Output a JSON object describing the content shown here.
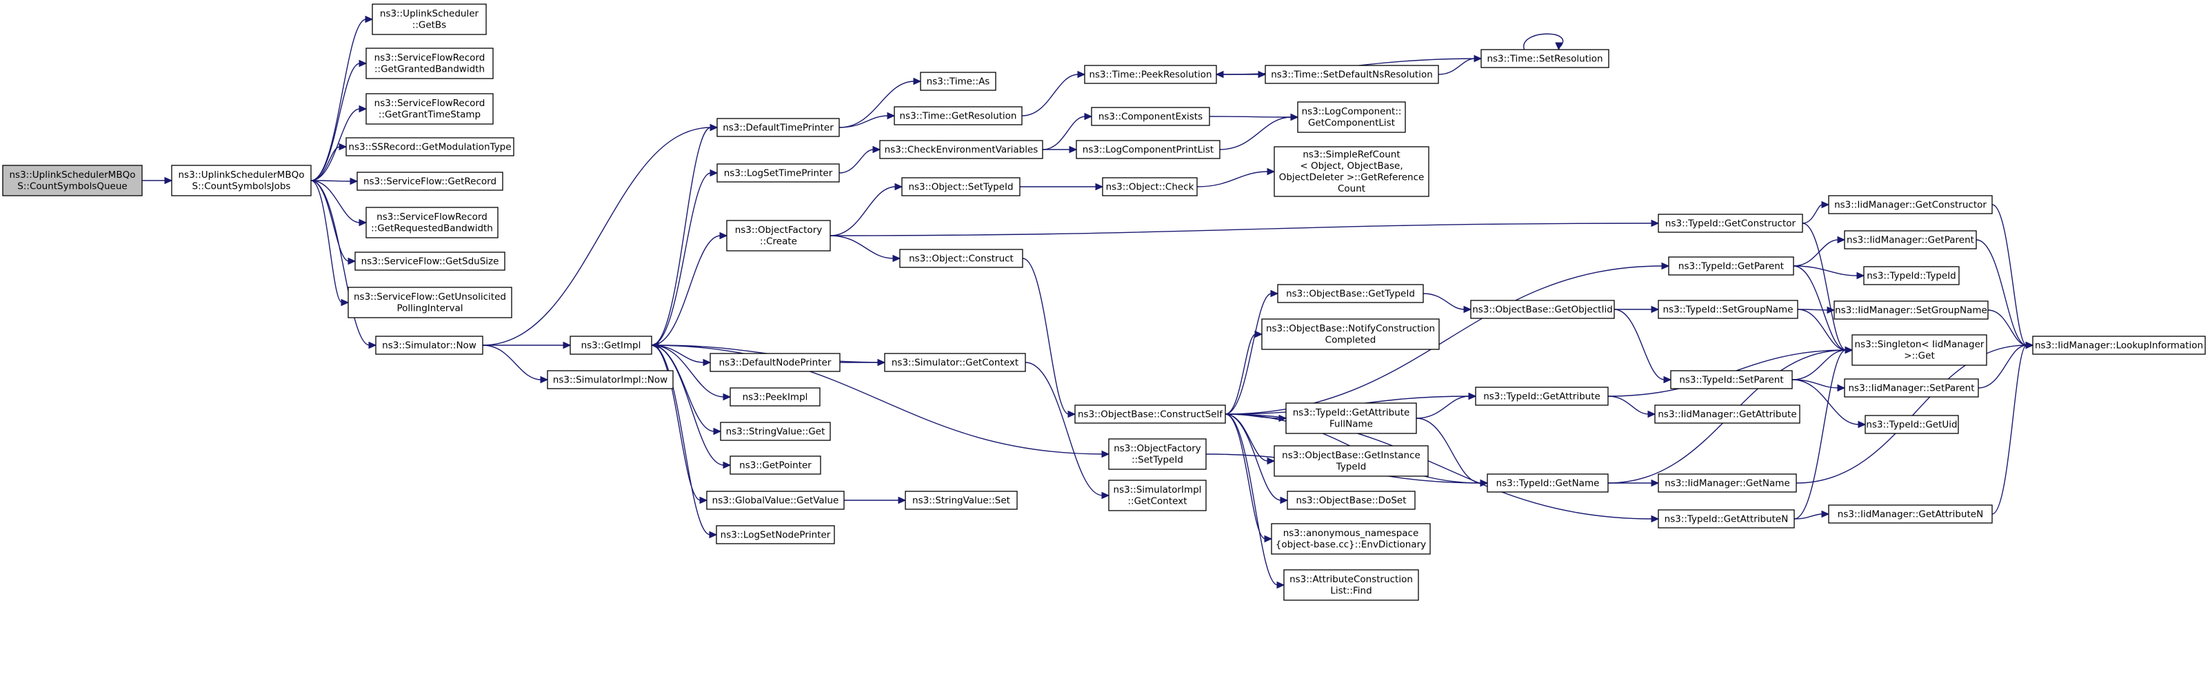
{
  "diagram": {
    "nodes": [
      {
        "id": "root",
        "lines": [
          "ns3::UplinkSchedulerMBQo",
          "S::CountSymbolsQueue"
        ],
        "root": true
      },
      {
        "id": "csj",
        "lines": [
          "ns3::UplinkSchedulerMBQo",
          "S::CountSymbolsJobs"
        ]
      },
      {
        "id": "getbs",
        "lines": [
          "ns3::UplinkScheduler",
          "::GetBs"
        ]
      },
      {
        "id": "ggb",
        "lines": [
          "ns3::ServiceFlowRecord",
          "::GetGrantedBandwidth"
        ]
      },
      {
        "id": "ggts",
        "lines": [
          "ns3::ServiceFlowRecord",
          "::GetGrantTimeStamp"
        ]
      },
      {
        "id": "gmt",
        "lines": [
          "ns3::SSRecord::GetModulationType"
        ]
      },
      {
        "id": "sfgr",
        "lines": [
          "ns3::ServiceFlow::GetRecord"
        ]
      },
      {
        "id": "grb",
        "lines": [
          "ns3::ServiceFlowRecord",
          "::GetRequestedBandwidth"
        ]
      },
      {
        "id": "gsdu",
        "lines": [
          "ns3::ServiceFlow::GetSduSize"
        ]
      },
      {
        "id": "gupi",
        "lines": [
          "ns3::ServiceFlow::GetUnsolicited",
          "PollingInterval"
        ]
      },
      {
        "id": "now",
        "lines": [
          "ns3::Simulator::Now"
        ]
      },
      {
        "id": "impnow",
        "lines": [
          "ns3::SimulatorImpl::Now"
        ]
      },
      {
        "id": "getimpl",
        "lines": [
          "ns3::GetImpl"
        ]
      },
      {
        "id": "dtp",
        "lines": [
          "ns3::DefaultTimePrinter"
        ]
      },
      {
        "id": "lstp",
        "lines": [
          "ns3::LogSetTimePrinter"
        ]
      },
      {
        "id": "ofc",
        "lines": [
          "ns3::ObjectFactory",
          "::Create"
        ]
      },
      {
        "id": "dnp",
        "lines": [
          "ns3::DefaultNodePrinter"
        ]
      },
      {
        "id": "peek",
        "lines": [
          "ns3::PeekImpl"
        ]
      },
      {
        "id": "svget",
        "lines": [
          "ns3::StringValue::Get"
        ]
      },
      {
        "id": "gptr",
        "lines": [
          "ns3::GetPointer"
        ]
      },
      {
        "id": "gvgv",
        "lines": [
          "ns3::GlobalValue::GetValue"
        ]
      },
      {
        "id": "lsnp",
        "lines": [
          "ns3::LogSetNodePrinter"
        ]
      },
      {
        "id": "tas",
        "lines": [
          "ns3::Time::As"
        ]
      },
      {
        "id": "tgr",
        "lines": [
          "ns3::Time::GetResolution"
        ]
      },
      {
        "id": "cev",
        "lines": [
          "ns3::CheckEnvironmentVariables"
        ]
      },
      {
        "id": "ogt",
        "lines": [
          "ns3::Object::SetTypeId"
        ]
      },
      {
        "id": "oconst",
        "lines": [
          "ns3::Object::Construct"
        ]
      },
      {
        "id": "sgc",
        "lines": [
          "ns3::Simulator::GetContext"
        ]
      },
      {
        "id": "svset",
        "lines": [
          "ns3::StringValue::Set"
        ]
      },
      {
        "id": "ofst",
        "lines": [
          "ns3::ObjectFactory",
          "::SetTypeId"
        ]
      },
      {
        "id": "sigc",
        "lines": [
          "ns3::SimulatorImpl",
          "::GetContext"
        ]
      },
      {
        "id": "tpr",
        "lines": [
          "ns3::Time::PeekResolution"
        ]
      },
      {
        "id": "ce",
        "lines": [
          "ns3::ComponentExists"
        ]
      },
      {
        "id": "lcpl",
        "lines": [
          "ns3::LogComponentPrintList"
        ]
      },
      {
        "id": "ochk",
        "lines": [
          "ns3::Object::Check"
        ]
      },
      {
        "id": "obcs",
        "lines": [
          "ns3::ObjectBase::ConstructSelf"
        ]
      },
      {
        "id": "tsdnr",
        "lines": [
          "ns3::Time::SetDefaultNsResolution"
        ]
      },
      {
        "id": "tsr",
        "lines": [
          "ns3::Time::SetResolution"
        ]
      },
      {
        "id": "lcgcl",
        "lines": [
          "ns3::LogComponent::",
          "GetComponentList"
        ]
      },
      {
        "id": "srcount",
        "lines": [
          "ns3::SimpleRefCount",
          "< Object, ObjectBase,",
          "ObjectDeleter >::GetReference",
          "Count"
        ]
      },
      {
        "id": "obgti",
        "lines": [
          "ns3::ObjectBase::GetTypeId"
        ]
      },
      {
        "id": "obncc",
        "lines": [
          "ns3::ObjectBase::NotifyConstruction",
          "Completed"
        ]
      },
      {
        "id": "tgafn",
        "lines": [
          "ns3::TypeId::GetAttribute",
          "FullName"
        ]
      },
      {
        "id": "obgiti",
        "lines": [
          "ns3::ObjectBase::GetInstance",
          "TypeId"
        ]
      },
      {
        "id": "obds",
        "lines": [
          "ns3::ObjectBase::DoSet"
        ]
      },
      {
        "id": "anon",
        "lines": [
          "ns3::anonymous_namespace",
          "{object-base.cc}::EnvDictionary"
        ]
      },
      {
        "id": "aclf",
        "lines": [
          "ns3::AttributeConstruction",
          "List::Find"
        ]
      },
      {
        "id": "obgoti",
        "lines": [
          "ns3::ObjectBase::GetObjectIid"
        ]
      },
      {
        "id": "tigc",
        "lines": [
          "ns3::TypeId::GetConstructor"
        ]
      },
      {
        "id": "tigp",
        "lines": [
          "ns3::TypeId::GetParent"
        ]
      },
      {
        "id": "tisgn",
        "lines": [
          "ns3::TypeId::SetGroupName"
        ]
      },
      {
        "id": "tiga",
        "lines": [
          "ns3::TypeId::GetAttribute"
        ]
      },
      {
        "id": "tisp",
        "lines": [
          "ns3::TypeId::SetParent"
        ]
      },
      {
        "id": "tign",
        "lines": [
          "ns3::TypeId::GetName"
        ]
      },
      {
        "id": "tigan",
        "lines": [
          "ns3::TypeId::GetAttributeN"
        ]
      },
      {
        "id": "iigc",
        "lines": [
          "ns3::IidManager::GetConstructor"
        ]
      },
      {
        "id": "iigp",
        "lines": [
          "ns3::IidManager::GetParent"
        ]
      },
      {
        "id": "tiid",
        "lines": [
          "ns3::TypeId::TypeId"
        ]
      },
      {
        "id": "iisgn",
        "lines": [
          "ns3::IidManager::SetGroupName"
        ]
      },
      {
        "id": "singleton",
        "lines": [
          "ns3::Singleton< IidManager",
          ">::Get"
        ]
      },
      {
        "id": "iisp",
        "lines": [
          "ns3::IidManager::SetParent"
        ]
      },
      {
        "id": "tiguid",
        "lines": [
          "ns3::TypeId::GetUid"
        ]
      },
      {
        "id": "iiga",
        "lines": [
          "ns3::IidManager::GetAttribute"
        ]
      },
      {
        "id": "iign",
        "lines": [
          "ns3::IidManager::GetName"
        ]
      },
      {
        "id": "iigan",
        "lines": [
          "ns3::IidManager::GetAttributeN"
        ]
      },
      {
        "id": "iili",
        "lines": [
          "ns3::IidManager::LookupInformation"
        ]
      }
    ],
    "edges": [
      [
        "root",
        "csj"
      ],
      [
        "csj",
        "getbs"
      ],
      [
        "csj",
        "ggb"
      ],
      [
        "csj",
        "ggts"
      ],
      [
        "csj",
        "gmt"
      ],
      [
        "csj",
        "sfgr"
      ],
      [
        "csj",
        "grb"
      ],
      [
        "csj",
        "gsdu"
      ],
      [
        "csj",
        "gupi"
      ],
      [
        "csj",
        "now"
      ],
      [
        "now",
        "dtp"
      ],
      [
        "now",
        "getimpl"
      ],
      [
        "now",
        "impnow"
      ],
      [
        "getimpl",
        "dtp"
      ],
      [
        "getimpl",
        "lstp"
      ],
      [
        "getimpl",
        "ofc"
      ],
      [
        "getimpl",
        "dnp"
      ],
      [
        "getimpl",
        "peek"
      ],
      [
        "getimpl",
        "svget"
      ],
      [
        "getimpl",
        "gptr"
      ],
      [
        "getimpl",
        "gvgv"
      ],
      [
        "getimpl",
        "lsnp"
      ],
      [
        "getimpl",
        "ofst"
      ],
      [
        "dtp",
        "tas"
      ],
      [
        "dtp",
        "tgr"
      ],
      [
        "lstp",
        "cev"
      ],
      [
        "ofc",
        "ogt"
      ],
      [
        "ofc",
        "oconst"
      ],
      [
        "ofc",
        "tigc"
      ],
      [
        "dnp",
        "sgc"
      ],
      [
        "sgc",
        "getimpl"
      ],
      [
        "sgc",
        "sigc"
      ],
      [
        "gvgv",
        "svset"
      ],
      [
        "tgr",
        "tpr"
      ],
      [
        "cev",
        "ce"
      ],
      [
        "cev",
        "lcpl"
      ],
      [
        "ce",
        "lcgcl"
      ],
      [
        "lcpl",
        "lcgcl"
      ],
      [
        "ogt",
        "ochk"
      ],
      [
        "ochk",
        "srcount"
      ],
      [
        "oconst",
        "obcs"
      ],
      [
        "ofst",
        "tign"
      ],
      [
        "tpr",
        "tsdnr"
      ],
      [
        "tsdnr",
        "tsr"
      ],
      [
        "tsr",
        "tpr"
      ],
      [
        "tsr",
        "tsr"
      ],
      [
        "obcs",
        "tigp"
      ],
      [
        "obcs",
        "obgti"
      ],
      [
        "obcs",
        "obncc"
      ],
      [
        "obcs",
        "tiga"
      ],
      [
        "obcs",
        "tgafn"
      ],
      [
        "obcs",
        "obgiti"
      ],
      [
        "obcs",
        "obds"
      ],
      [
        "obcs",
        "anon"
      ],
      [
        "obcs",
        "aclf"
      ],
      [
        "obcs",
        "tign"
      ],
      [
        "obcs",
        "tigan"
      ],
      [
        "obgti",
        "obgoti"
      ],
      [
        "obgoti",
        "tisgn"
      ],
      [
        "obgoti",
        "tisp"
      ],
      [
        "tgafn",
        "tiga"
      ],
      [
        "tgafn",
        "tign"
      ],
      [
        "tiga",
        "singleton"
      ],
      [
        "tiga",
        "iiga"
      ],
      [
        "tign",
        "singleton"
      ],
      [
        "tign",
        "iign"
      ],
      [
        "tigan",
        "singleton"
      ],
      [
        "tigan",
        "iigan"
      ],
      [
        "tigc",
        "iigc"
      ],
      [
        "tigc",
        "singleton"
      ],
      [
        "tigp",
        "iigp"
      ],
      [
        "tigp",
        "tiid"
      ],
      [
        "tigp",
        "singleton"
      ],
      [
        "tisgn",
        "iisgn"
      ],
      [
        "tisgn",
        "singleton"
      ],
      [
        "tisp",
        "singleton"
      ],
      [
        "tisp",
        "iisp"
      ],
      [
        "tisp",
        "tiguid"
      ],
      [
        "iigc",
        "iili"
      ],
      [
        "iigp",
        "iili"
      ],
      [
        "iisgn",
        "iili"
      ],
      [
        "iisp",
        "iili"
      ],
      [
        "iign",
        "iili"
      ],
      [
        "iigan",
        "iili"
      ]
    ]
  }
}
